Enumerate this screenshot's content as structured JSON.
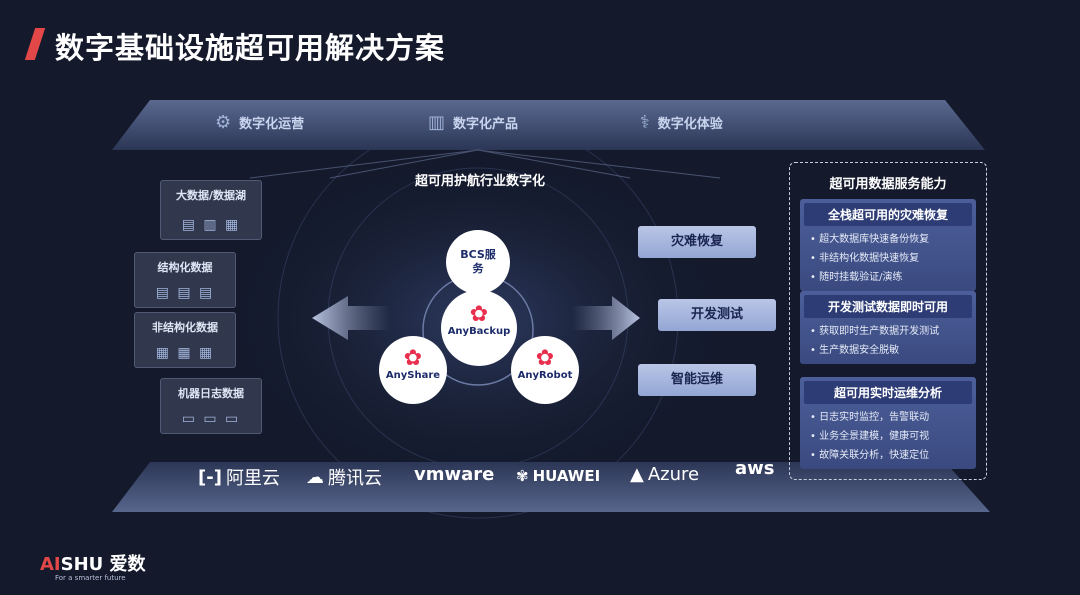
{
  "title": "数字基础设施超可用解决方案",
  "top_labels": [
    {
      "text": "数字化运营",
      "icon": "gear-bulb-icon"
    },
    {
      "text": "数字化产品",
      "icon": "building-icon"
    },
    {
      "text": "数字化体验",
      "icon": "caduceus-icon"
    }
  ],
  "beam_title": "超可用护航行业数字化",
  "left_stacks": [
    "大数据/数据湖",
    "结构化数据",
    "非结构化数据",
    "机器日志数据"
  ],
  "center": {
    "top": "BCS服务",
    "core": "AnyBackup",
    "left": "AnyShare",
    "right": "AnyRobot"
  },
  "right_buttons": [
    "灾难恢复",
    "开发测试",
    "智能运维"
  ],
  "panel": {
    "title": "超可用数据服务能力",
    "cards": [
      {
        "head": "全栈超可用的灾难恢复",
        "items": [
          "超大数据库快速备份恢复",
          "非结构化数据快速恢复",
          "随时挂载验证/演练"
        ]
      },
      {
        "head": "开发测试数据即时可用",
        "items": [
          "获取即时生产数据开发测试",
          "生产数据安全脱敏"
        ]
      },
      {
        "head": "超可用实时运维分析",
        "items": [
          "日志实时监控，告警联动",
          "业务全景建模，健康可视",
          "故障关联分析，快速定位"
        ]
      }
    ]
  },
  "vendors": [
    "阿里云",
    "腾讯云",
    "vmware",
    "HUAWEI",
    "Azure",
    "aws"
  ],
  "brand": {
    "ai": "AI",
    "shu": "SHU 爱数",
    "tagline": "For a smarter future"
  }
}
